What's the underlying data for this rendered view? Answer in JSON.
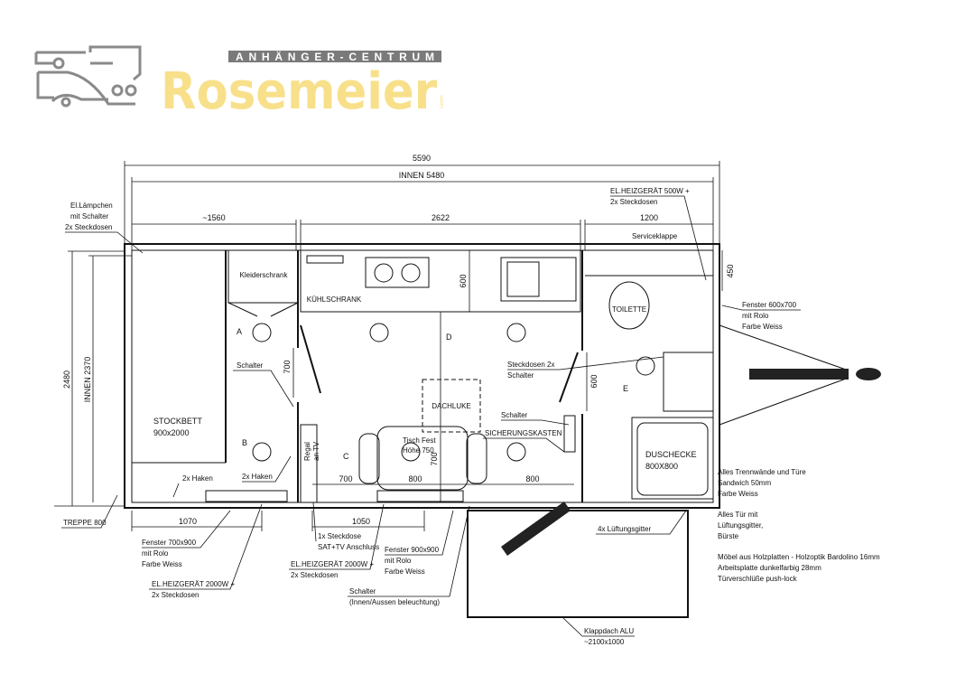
{
  "logo": {
    "tagline": "ANHÄNGER-CENTRUM",
    "brand": "Rosemeier",
    "suffix": "GmbH",
    "brand_color": "#f8e08a",
    "tag_bg": "#7a7a7a",
    "icon": "car-trailer-icon"
  },
  "dimensions": {
    "overall_length": "5590",
    "inner_length": "INNEN 5480",
    "section_left": "~1560",
    "section_middle": "2622",
    "section_right": "1200",
    "overall_width": "2480",
    "inner_width": "INNEN 2370",
    "kitchen_depth": "600",
    "window_offset": "450",
    "door_left": "700",
    "door_right": "600",
    "bottom_a": "700",
    "bottom_b": "800",
    "bottom_c": "800",
    "table_depth": "700",
    "window_left": "1070",
    "window_middle": "1050"
  },
  "rooms": {
    "wardrobe": "Kleiderschrank",
    "fridge": "KÜHLSCHRANK",
    "toilet": "TOILETTE",
    "bed": [
      "STOCKBETT",
      "900x2000"
    ],
    "roof_hatch": "DACHLUKE",
    "table": [
      "Tisch Fest",
      "Höhe 750"
    ],
    "shelf": [
      "Regal",
      "an TV"
    ],
    "shower": [
      "DUSCHECKE",
      "800X800"
    ]
  },
  "markers": [
    "A",
    "B",
    "C",
    "D",
    "E"
  ],
  "annotations": {
    "lamp": [
      "El.Lämpchen",
      "mit Schalter",
      "2x Steckdosen"
    ],
    "heater_500": [
      "EL.HEIZGERÄT 500W +",
      "2x Steckdosen"
    ],
    "service_hatch": "Serviceklappe",
    "window_600": [
      "Fenster 600x700",
      "mit Rolo",
      "Farbe Weiss"
    ],
    "sockets_switch": [
      "Steckdosen 2x",
      "Schalter"
    ],
    "switch_left": "Schalter",
    "switch_right": "Schalter",
    "fuse_box": "SICHERUNGSKASTEN",
    "hooks_1": "2x Haken",
    "hooks_2": "2x Haken",
    "stairs": "TREPPE 800",
    "window_700": [
      "Fenster 700x900",
      "mit Rolo",
      "Farbe Weiss"
    ],
    "heater_2000_left": [
      "EL.HEIZGERÄT 2000W +",
      "2x Steckdosen"
    ],
    "socket_tv": [
      "1x Steckdose",
      "SAT+TV Anschluss"
    ],
    "heater_2000_mid": [
      "EL.HEIZGERÄT 2000W +",
      "2x Steckdosen"
    ],
    "window_900": [
      "Fenster 900x900",
      "mit Rolo",
      "Farbe Weiss"
    ],
    "light_switch": [
      "Schalter",
      "(Innen/Aussen beleuchtung)"
    ],
    "vents": "4x Lüftungsgitter",
    "awning": [
      "Klappdach ALU",
      "~2100x1000"
    ]
  },
  "notes": [
    [
      "Alles Trennwände und Türe",
      "Sandwich 50mm",
      "Farbe Weiss"
    ],
    [
      "Alles Tür mit",
      "Lüftungsgitter,",
      "Bürste"
    ],
    [
      "Möbel aus Holzplatten - Holzoptik Bardolino 16mm",
      "Arbeitsplatte dunkelfarbig 28mm",
      "Türverschlüße push-lock"
    ]
  ]
}
